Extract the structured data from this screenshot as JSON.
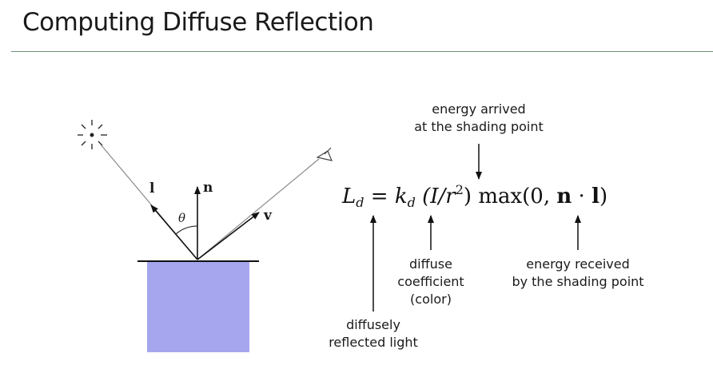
{
  "slide": {
    "title": "Computing Diffuse Reflection"
  },
  "diagram": {
    "vectors": {
      "light": "l",
      "normal": "n",
      "view": "v",
      "angle": "θ"
    },
    "equation": {
      "lhs_symbol": "L",
      "lhs_subscript": "d",
      "equals": "=",
      "coef_symbol": "k",
      "coef_subscript": "d",
      "intensity_open": "(I/r",
      "intensity_power": "2",
      "intensity_close": ")",
      "max_expr_open": "max(0, ",
      "max_n": "n",
      "max_dot": " · ",
      "max_l": "l",
      "max_expr_close": ")"
    },
    "annotations": {
      "energy_arrived": [
        "energy arrived",
        "at the shading point"
      ],
      "diffuse_coefficient": [
        "diffuse",
        "coefficient",
        "(color)"
      ],
      "energy_received": [
        "energy received",
        "by the shading point"
      ],
      "diffusely_reflected": [
        "diffusely",
        "reflected light"
      ]
    },
    "colors": {
      "surface_fill": "#a6a6ef",
      "line": "#111111",
      "ray": "#8a8a8a",
      "rule": "#6b8f78"
    }
  }
}
